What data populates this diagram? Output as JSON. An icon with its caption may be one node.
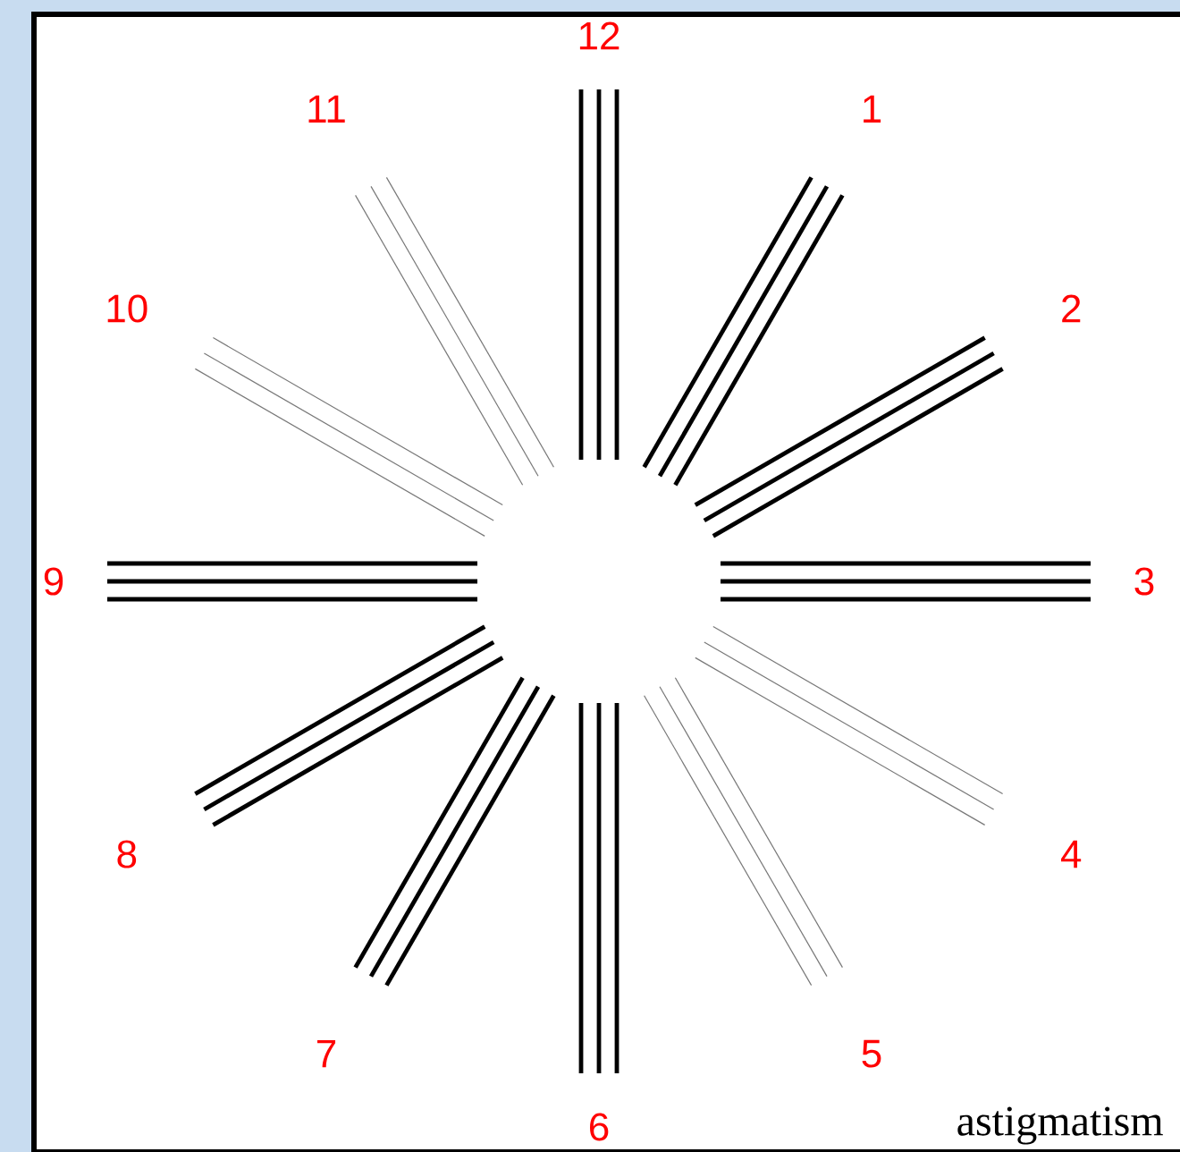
{
  "diagram": {
    "caption": "astigmatism",
    "labels": [
      "12",
      "1",
      "2",
      "3",
      "4",
      "5",
      "6",
      "7",
      "8",
      "9",
      "10",
      "11"
    ]
  }
}
